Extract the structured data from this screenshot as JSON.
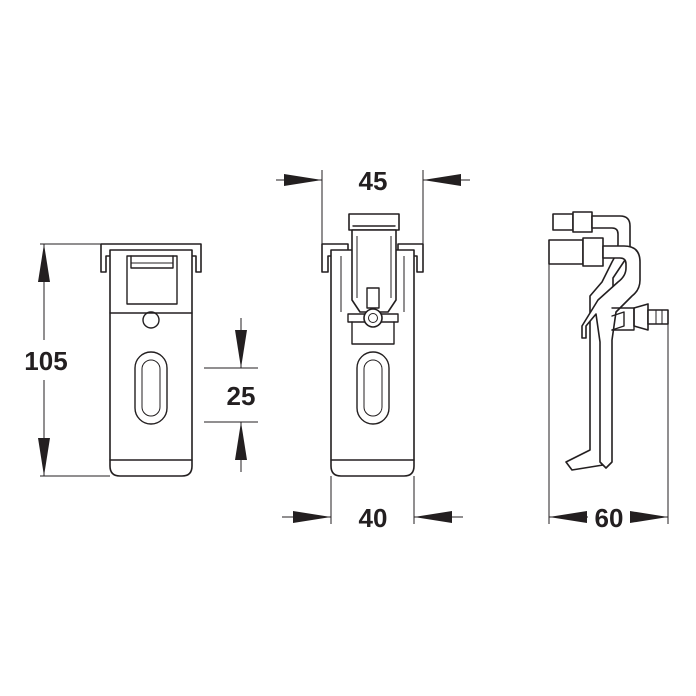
{
  "diagram": {
    "dimensions": {
      "height": "105",
      "slot": "25",
      "top_width": "45",
      "bottom_width": "40",
      "depth": "60"
    },
    "colors": {
      "line": "#231f20",
      "background": "#ffffff"
    }
  }
}
